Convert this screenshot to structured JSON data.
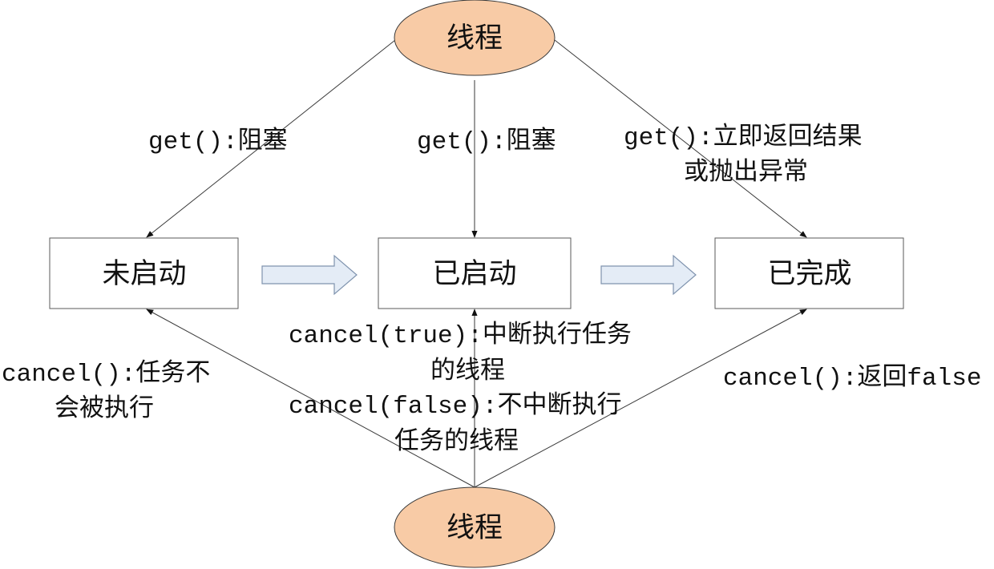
{
  "nodes": {
    "thread_top": "线程",
    "not_started": "未启动",
    "started": "已启动",
    "completed": "已完成",
    "thread_bottom": "线程"
  },
  "edge_labels": {
    "get_not_started": "get():阻塞",
    "get_started": "get():阻塞",
    "get_completed": [
      "get():立即返回结果",
      "或抛出异常"
    ],
    "cancel_not_started": [
      "cancel():任务不",
      "会被执行"
    ],
    "cancel_started": [
      "cancel(true):中断执行任务",
      "的线程",
      "cancel(false):不中断执行",
      "任务的线程"
    ],
    "cancel_completed": "cancel():返回false"
  },
  "colors": {
    "thread_fill": "#F8CBA6",
    "state_arrow_fill": "#E4ECF6"
  }
}
